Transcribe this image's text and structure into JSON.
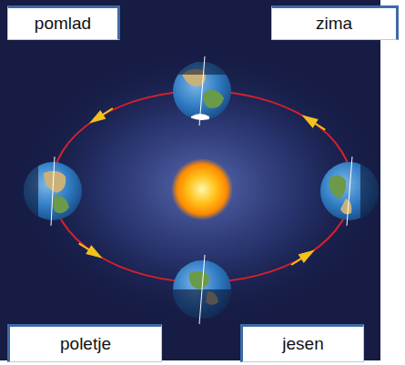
{
  "diagram": {
    "nodes": [
      {
        "text": [
          "pomlad"
        ]
      },
      {
        "text": [
          "zima"
        ]
      },
      {
        "text": [
          "poletje"
        ]
      },
      {
        "text": [
          "jesen"
        ]
      }
    ]
  }
}
